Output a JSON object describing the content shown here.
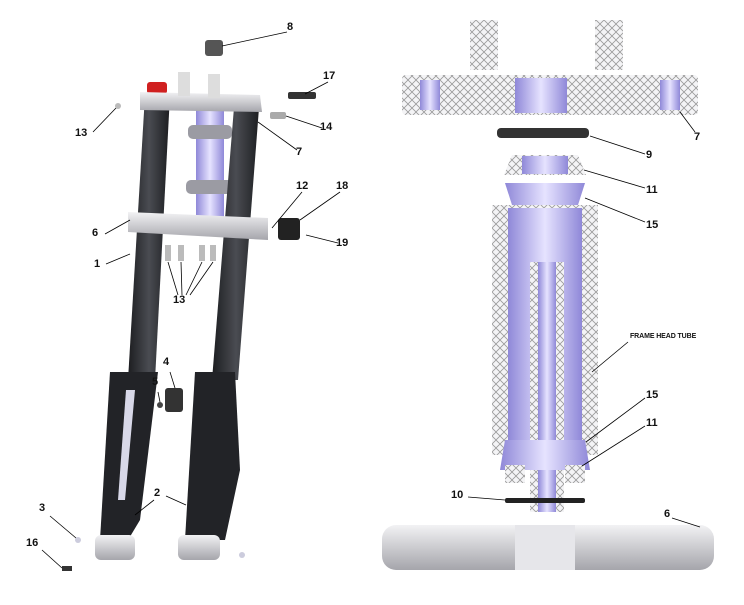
{
  "diagram": {
    "callouts_left": [
      {
        "id": "c8",
        "text": "8"
      },
      {
        "id": "c17",
        "text": "17"
      },
      {
        "id": "c13a",
        "text": "13"
      },
      {
        "id": "c14",
        "text": "14"
      },
      {
        "id": "c7a",
        "text": "7"
      },
      {
        "id": "c12",
        "text": "12"
      },
      {
        "id": "c18",
        "text": "18"
      },
      {
        "id": "c6a",
        "text": "6"
      },
      {
        "id": "c19",
        "text": "19"
      },
      {
        "id": "c1",
        "text": "1"
      },
      {
        "id": "c13b",
        "text": "13"
      },
      {
        "id": "c4",
        "text": "4"
      },
      {
        "id": "c5",
        "text": "5"
      },
      {
        "id": "c2",
        "text": "2"
      },
      {
        "id": "c3",
        "text": "3"
      },
      {
        "id": "c16",
        "text": "16"
      }
    ],
    "callouts_right": [
      {
        "id": "c7b",
        "text": "7"
      },
      {
        "id": "c9",
        "text": "9"
      },
      {
        "id": "c11a",
        "text": "11"
      },
      {
        "id": "c15a",
        "text": "15"
      },
      {
        "id": "cframe",
        "text": "FRAME HEAD TUBE"
      },
      {
        "id": "c15b",
        "text": "15"
      },
      {
        "id": "c11b",
        "text": "11"
      },
      {
        "id": "c10",
        "text": "10"
      },
      {
        "id": "c6b",
        "text": "6"
      }
    ],
    "colors": {
      "fork_tube": "#2a2c30",
      "clamp": "#c8c8cc",
      "cross_section": "#b9b4f0",
      "hatch": "#9a9a9a",
      "cap": "#d02020"
    }
  }
}
